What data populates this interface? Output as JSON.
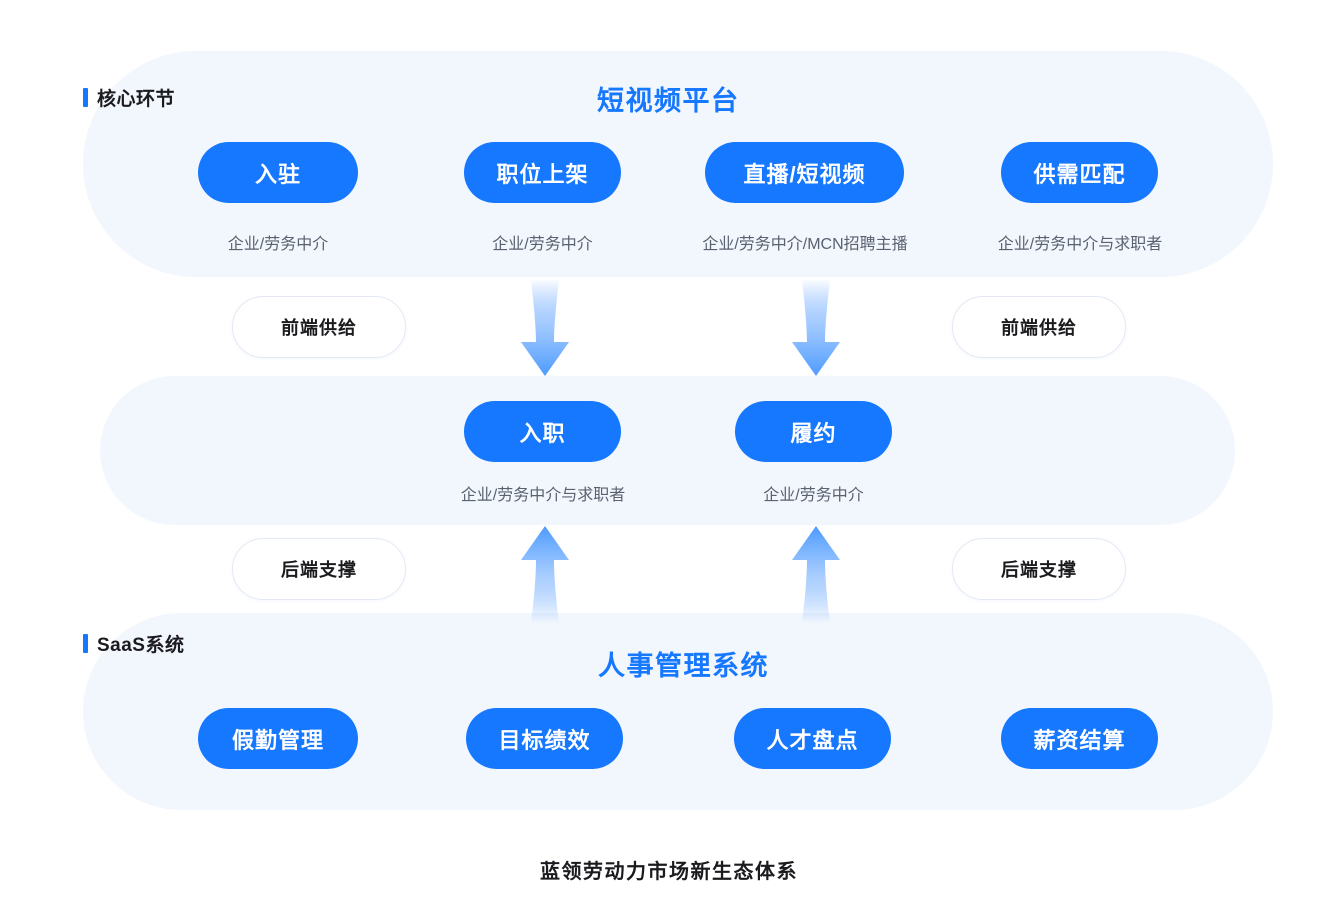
{
  "figure": {
    "caption": "蓝领劳动力市场新生态体系",
    "accent_color": "#1677FF",
    "band_bg_color": "#F2F6FD",
    "caption_text_color": "#5A6270"
  },
  "top_band": {
    "section_label": "核心环节",
    "title": "短视频平台",
    "nodes": [
      {
        "label": "入驻",
        "caption": "企业/劳务中介"
      },
      {
        "label": "职位上架",
        "caption": "企业/劳务中介"
      },
      {
        "label": "直播/短视频",
        "caption": "企业/劳务中介/MCN招聘主播"
      },
      {
        "label": "供需匹配",
        "caption": "企业/劳务中介与求职者"
      }
    ]
  },
  "connector_top": {
    "left_tag": "前端供给",
    "right_tag": "前端供给",
    "arrow_direction": "down",
    "arrow_count": 2
  },
  "middle_band": {
    "nodes": [
      {
        "label": "入职",
        "caption": "企业/劳务中介与求职者"
      },
      {
        "label": "履约",
        "caption": "企业/劳务中介"
      }
    ]
  },
  "connector_bottom": {
    "left_tag": "后端支撑",
    "right_tag": "后端支撑",
    "arrow_direction": "up",
    "arrow_count": 2
  },
  "bottom_band": {
    "section_label": "SaaS系统",
    "title": "人事管理系统",
    "nodes": [
      {
        "label": "假勤管理"
      },
      {
        "label": "目标绩效"
      },
      {
        "label": "人才盘点"
      },
      {
        "label": "薪资结算"
      }
    ]
  }
}
